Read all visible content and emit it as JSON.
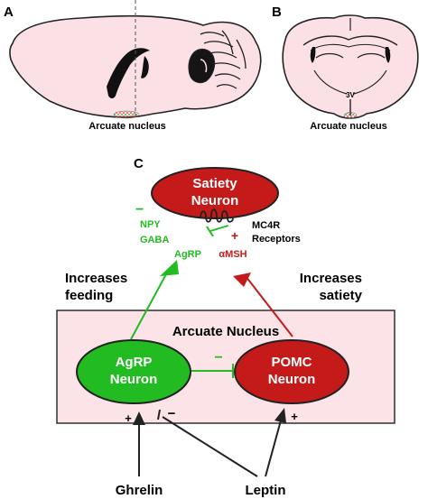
{
  "panels": {
    "a_label": "A",
    "b_label": "B",
    "c_label": "C"
  },
  "panel_a": {
    "caption": "Arcuate nucleus"
  },
  "panel_b": {
    "caption": "Arcuate nucleus",
    "ventricle": "3V"
  },
  "panel_c": {
    "satiety_neuron": [
      "Satiety",
      "Neuron"
    ],
    "npy_minus": "−",
    "npy": "NPY",
    "gaba": "GABA",
    "agrp_label": "AgRP",
    "msh_plus": "+",
    "msh": "αMSH",
    "mc4r": [
      "MC4R",
      "Receptors"
    ],
    "increases_feeding": [
      "Increases",
      "feeding"
    ],
    "increases_satiety": [
      "Increases",
      "satiety"
    ],
    "arcuate_box_title": "Arcuate Nucleus",
    "agrp_neuron": [
      "AgRP",
      "Neuron"
    ],
    "pomc_neuron": [
      "POMC",
      "Neuron"
    ],
    "inhibit_sign": "−",
    "ghrelin_plus": "+",
    "leptin_minus": "−",
    "leptin_plus": "+",
    "ghrelin": "Ghrelin",
    "leptin": "Leptin"
  },
  "colors": {
    "brain_fill": "#fbe1e6",
    "agrp_green": "#22bb22",
    "pomc_red": "#c41a1a",
    "satiety_red": "#c41a1a",
    "arcuate_box": "#fbe3e8"
  }
}
